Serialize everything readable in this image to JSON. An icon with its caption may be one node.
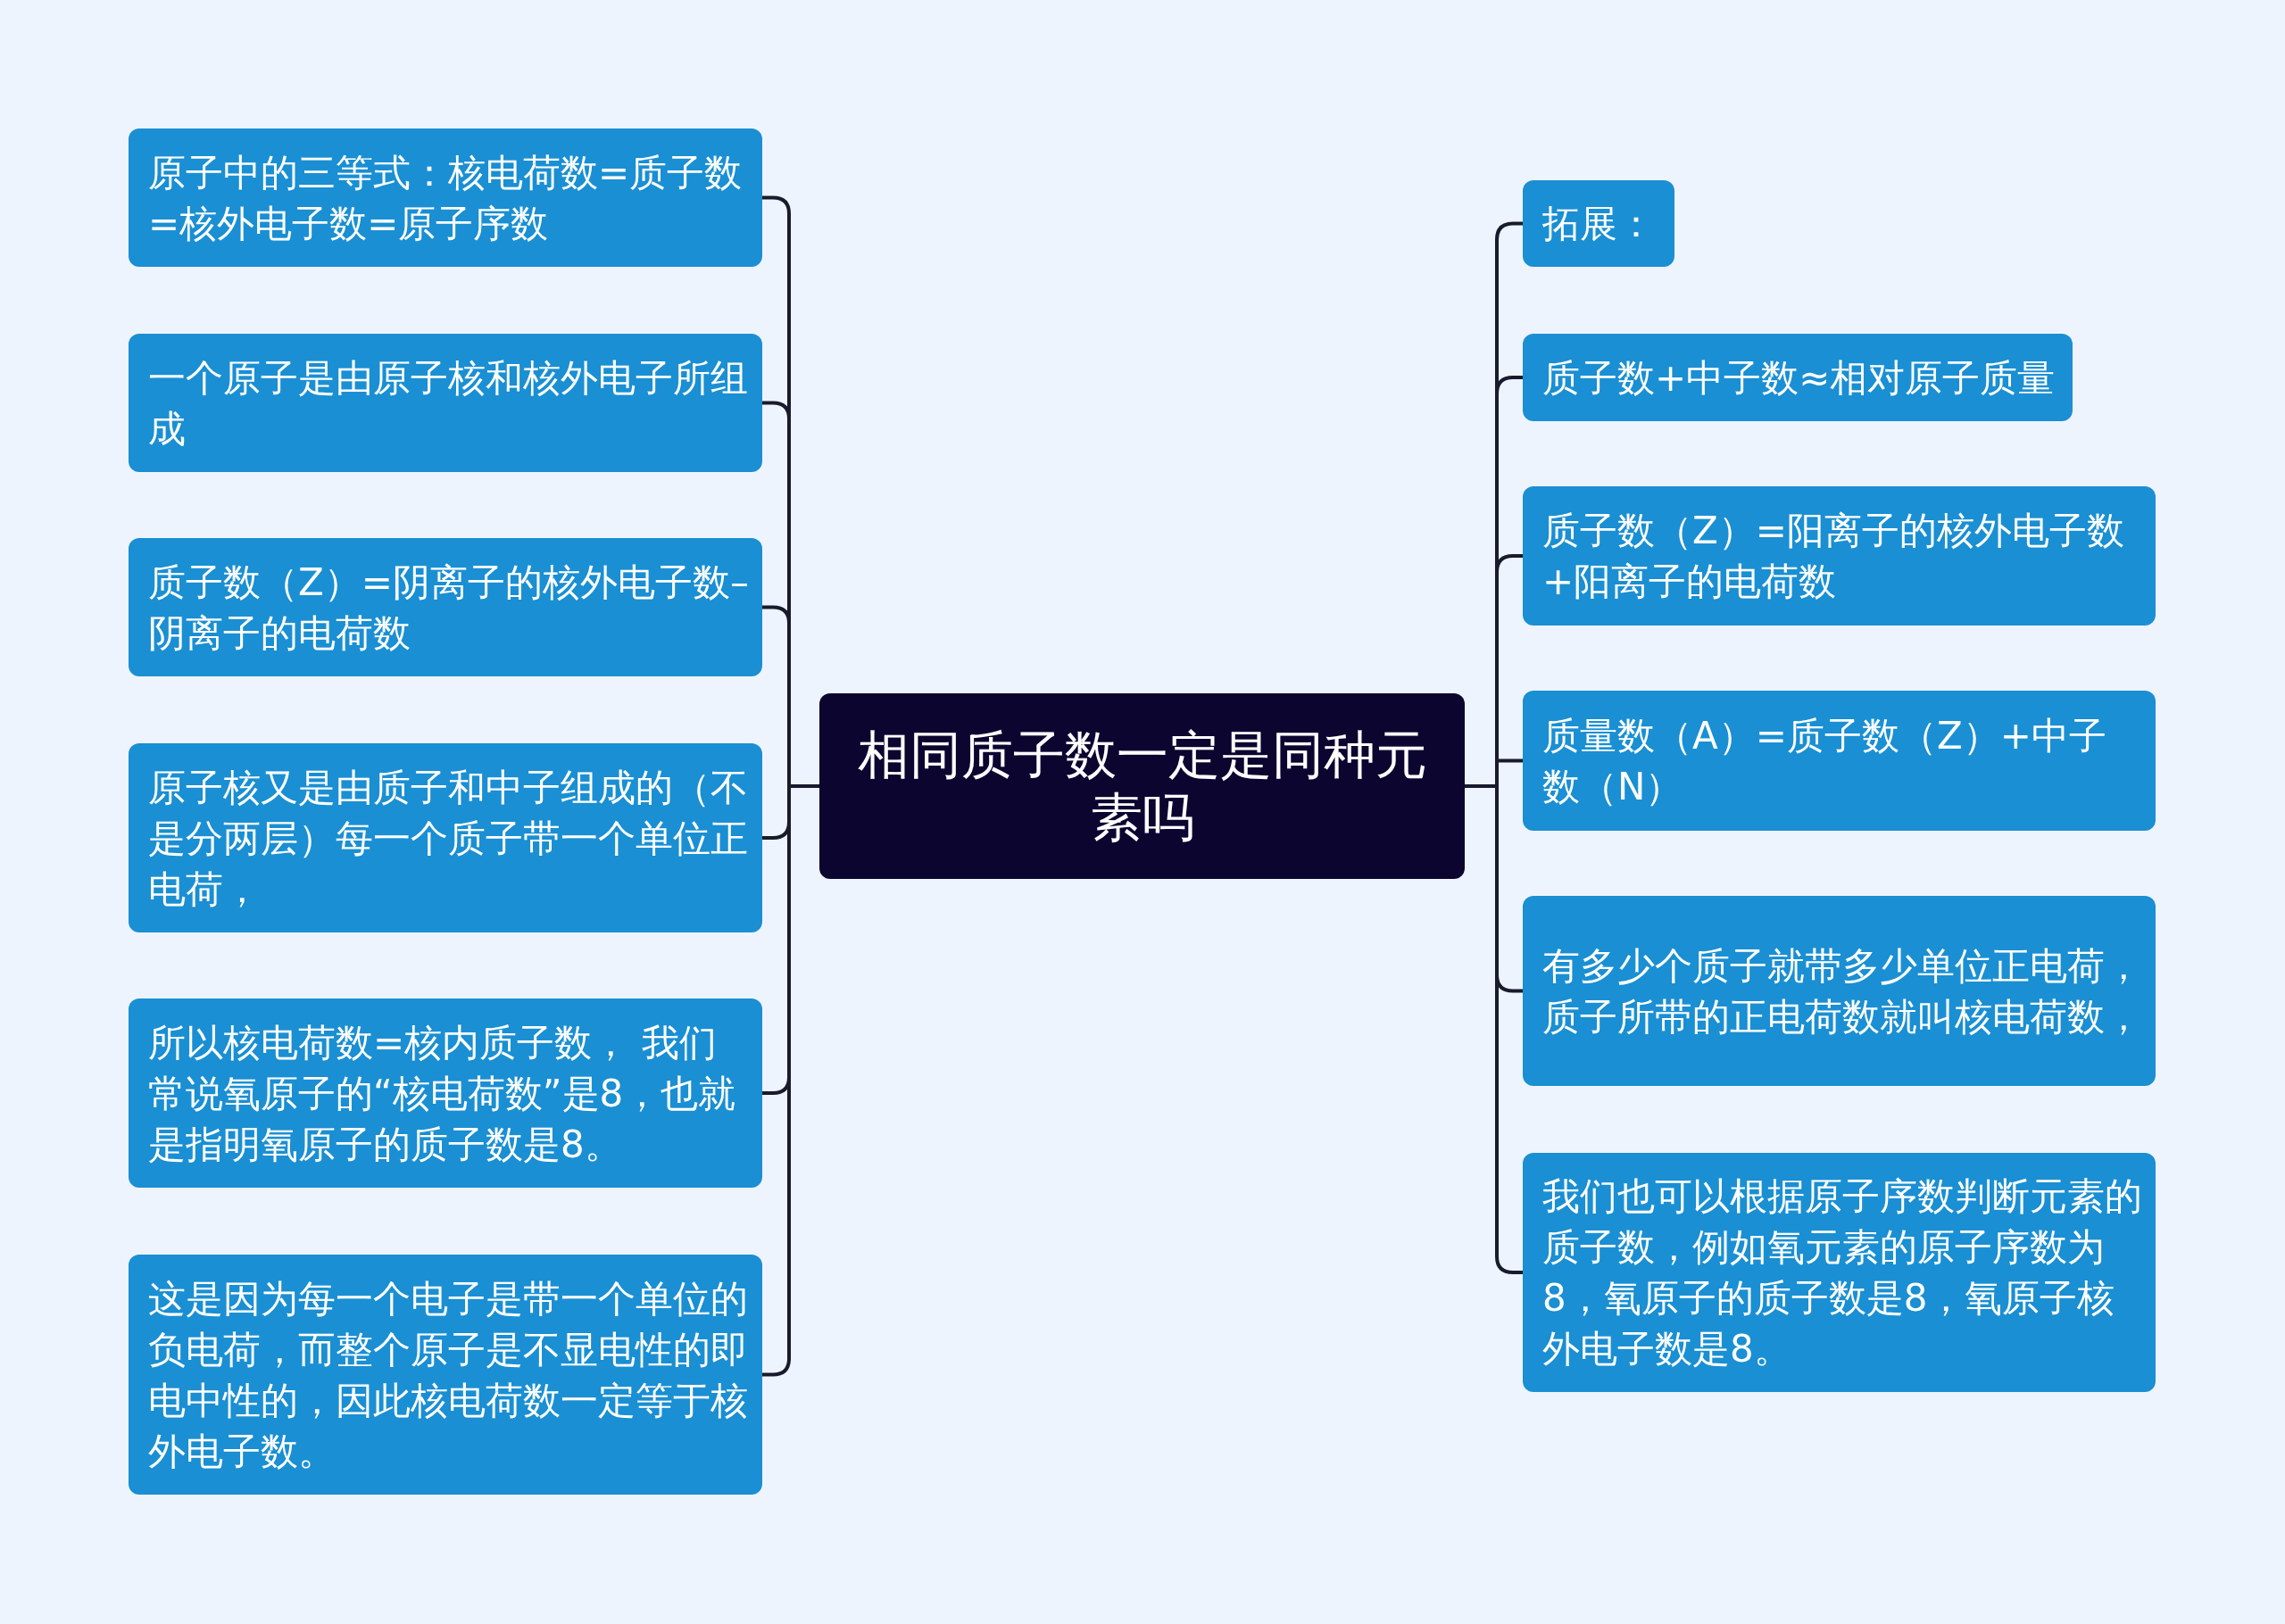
{
  "diagram": {
    "nodes": [
      {
        "text": [
          "相同质子数一定是同种元素吗"
        ]
      },
      {
        "text": [
          "原子中的三等式：核电荷数=质子数=核外电子数=原子序数"
        ]
      },
      {
        "text": [
          "一个原子是由原子核和核外电子所组成"
        ]
      },
      {
        "text": [
          "质子数（Z）=阴离子的核外电子数–阴离子的电荷数"
        ]
      },
      {
        "text": [
          "原子核又是由质子和中子组成的（不是分两层）每一个质子带一个单位正电荷，"
        ]
      },
      {
        "text": [
          "所以核电荷数=核内质子数， 我们常说氧原子的“核电荷数”是8，也就是指明氧原子的质子数是8。"
        ]
      },
      {
        "text": [
          "这是因为每一个电子是带一个单位的负电荷，而整个原子是不显电性的即电中性的，因此核电荷数一定等于核外电子数。"
        ]
      },
      {
        "text": [
          "拓展："
        ]
      },
      {
        "text": [
          "质子数+中子数≈相对原子质量"
        ]
      },
      {
        "text": [
          "质子数（Z）=阳离子的核外电子数+阳离子的电荷数"
        ]
      },
      {
        "text": [
          "质量数（A）=质子数（Z）+中子数（N）"
        ]
      },
      {
        "text": [
          "有多少个质子就带多少单位正电荷，质子所带的正电荷数就叫核电荷数，"
        ]
      },
      {
        "text": [
          "我们也可以根据原子序数判断元素的质子数，例如氧元素的原子序数为8，氧原子的质子数是8，氧原子核外电子数是8。"
        ]
      }
    ],
    "edges": [
      {
        "from": 0,
        "to": 1,
        "arrow": "none"
      },
      {
        "from": 0,
        "to": 2,
        "arrow": "none"
      },
      {
        "from": 0,
        "to": 3,
        "arrow": "none"
      },
      {
        "from": 0,
        "to": 4,
        "arrow": "none"
      },
      {
        "from": 0,
        "to": 5,
        "arrow": "none"
      },
      {
        "from": 0,
        "to": 6,
        "arrow": "none"
      },
      {
        "from": 0,
        "to": 7,
        "arrow": "none"
      },
      {
        "from": 0,
        "to": 8,
        "arrow": "none"
      },
      {
        "from": 0,
        "to": 9,
        "arrow": "none"
      },
      {
        "from": 0,
        "to": 10,
        "arrow": "none"
      },
      {
        "from": 0,
        "to": 11,
        "arrow": "none"
      },
      {
        "from": 0,
        "to": 12,
        "arrow": "none"
      }
    ]
  }
}
